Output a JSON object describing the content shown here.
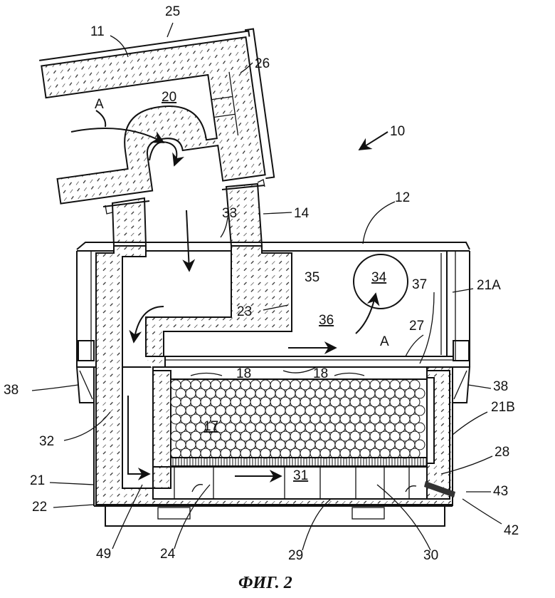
{
  "figure": {
    "caption": "ФИГ. 2",
    "callouts": {
      "n10": "10",
      "n11": "11",
      "n12": "12",
      "n14": "14",
      "n17": "17",
      "n18a": "18",
      "n18b": "18",
      "n20": "20",
      "n21": "21",
      "n21A": "21A",
      "n21B": "21B",
      "n22": "22",
      "n23": "23",
      "n24": "24",
      "n25": "25",
      "n26": "26",
      "n27": "27",
      "n28": "28",
      "n29": "29",
      "n30": "30",
      "n31": "31",
      "n32": "32",
      "n33": "33",
      "n34": "34",
      "n35": "35",
      "n36": "36",
      "n37": "37",
      "n38a": "38",
      "n38b": "38",
      "n42": "42",
      "n43": "43",
      "n49": "49",
      "arrowA1": "A",
      "arrowA2": "A"
    }
  },
  "colors": {
    "ink": "#111111",
    "paper": "#ffffff"
  }
}
